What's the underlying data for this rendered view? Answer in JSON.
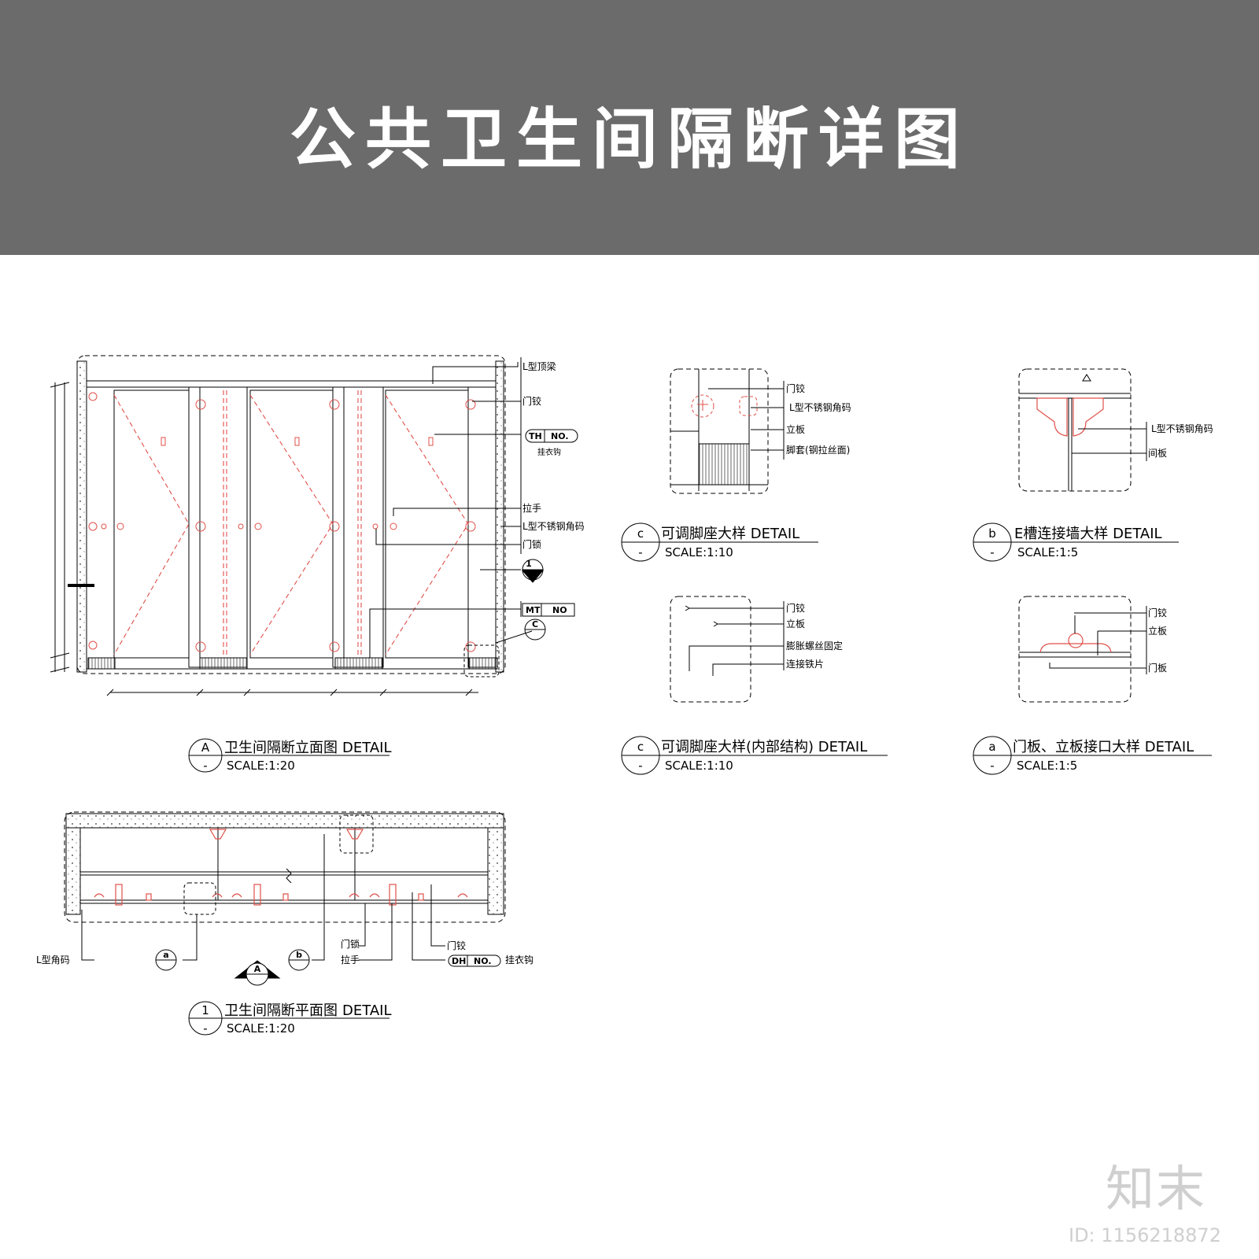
{
  "title": "公共卫生间隔断详图",
  "elevation": {
    "labels": {
      "top_beam": "L型顶梁",
      "hinge": "门铰",
      "hook_caption": "挂衣钩",
      "handle": "拉手",
      "steel_bracket": "L型不锈钢角码",
      "lock": "门锁"
    },
    "tags": {
      "th": "TH",
      "th_no": "NO.",
      "mt": "MT",
      "mt_no": "NO"
    },
    "marker_1": "1",
    "marker_c": "C",
    "caption": {
      "id": "A",
      "sub": "-",
      "title": "卫生间隔断立面图",
      "detail": "DETAIL",
      "scale": "SCALE:1:20"
    }
  },
  "plan": {
    "labels": {
      "l_bracket": "L型角码",
      "lock": "门锁",
      "handle": "拉手",
      "hinge": "门铰",
      "hook": "挂衣钩"
    },
    "tag_dh": "DH",
    "tag_dh_no": "NO.",
    "marker_a": "a",
    "marker_b": "b",
    "marker_A": "A",
    "caption": {
      "id": "1",
      "sub": "-",
      "title": "卫生间隔断平面图",
      "detail": "DETAIL",
      "scale": "SCALE:1:20"
    }
  },
  "detail_c1": {
    "labels": {
      "hinge": "门铰",
      "bracket": "L型不锈钢角码",
      "panel": "立板",
      "foot": "脚套(钢拉丝面)"
    },
    "caption": {
      "id": "c",
      "sub": "-",
      "title": "可调脚座大样 DETAIL",
      "scale": "SCALE:1:10"
    }
  },
  "detail_b": {
    "labels": {
      "bracket": "L型不锈钢角码",
      "panel": "间板"
    },
    "caption": {
      "id": "b",
      "sub": "-",
      "title": "E槽连接墙大样 DETAIL",
      "scale": "SCALE:1:5"
    }
  },
  "detail_c2": {
    "labels": {
      "hinge": "门铰",
      "panel": "立板",
      "bolt": "膨胀螺丝固定",
      "plate": "连接铁片"
    },
    "caption": {
      "id": "c",
      "sub": "-",
      "title": "可调脚座大样(内部结构) DETAIL",
      "scale": "SCALE:1:10"
    }
  },
  "detail_a": {
    "labels": {
      "hinge": "门铰",
      "panel": "立板",
      "door": "门板"
    },
    "caption": {
      "id": "a",
      "sub": "-",
      "title": "门板、立板接口大样 DETAIL",
      "scale": "SCALE:1:5"
    }
  },
  "brand": "知末",
  "image_id": "ID: 1156218872",
  "colors": {
    "banner": "#6b6b6b",
    "accent_red": "#e0504a",
    "line": "#000000"
  }
}
